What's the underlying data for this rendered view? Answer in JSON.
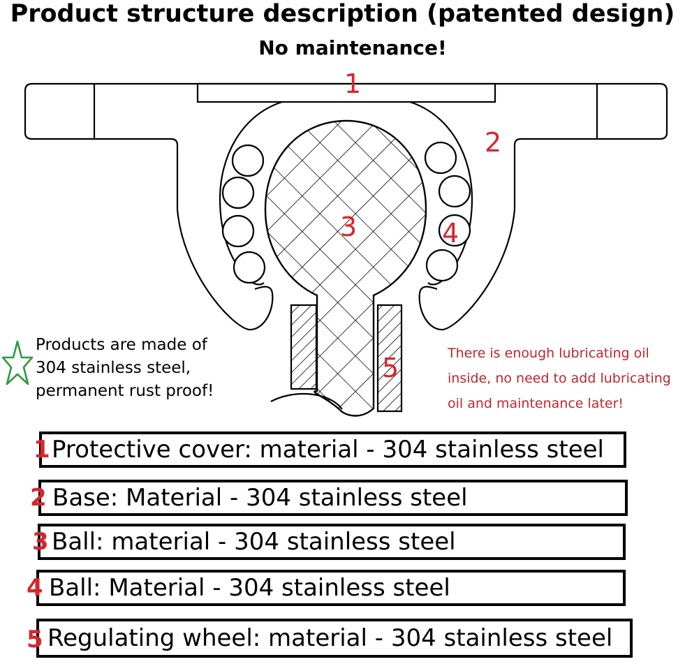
{
  "header": {
    "title": "Product structure description (patented design)",
    "subtitle": "No maintenance!"
  },
  "callouts": [
    "1",
    "2",
    "3",
    "4",
    "5"
  ],
  "notes": {
    "left": [
      "Products are made of",
      "304 stainless steel,",
      "permanent rust proof!"
    ],
    "right": [
      "There is enough lubricating oil",
      "inside, no need to add lubricating",
      "oil and maintenance later!"
    ]
  },
  "parts": [
    {
      "num": "1",
      "label": "Protective cover: material - 304 stainless steel"
    },
    {
      "num": "2",
      "label": "Base: Material - 304 stainless steel"
    },
    {
      "num": "3",
      "label": "Ball: material - 304 stainless steel"
    },
    {
      "num": "4",
      "label": "Ball: Material - 304 stainless steel"
    },
    {
      "num": "5",
      "label": "Regulating wheel: material - 304 stainless steel"
    }
  ],
  "colors": {
    "callout": "#d7262e",
    "note_right": "#c0262d",
    "star": "#2e9a3f"
  },
  "icons": {
    "star": "star-outline-icon"
  }
}
